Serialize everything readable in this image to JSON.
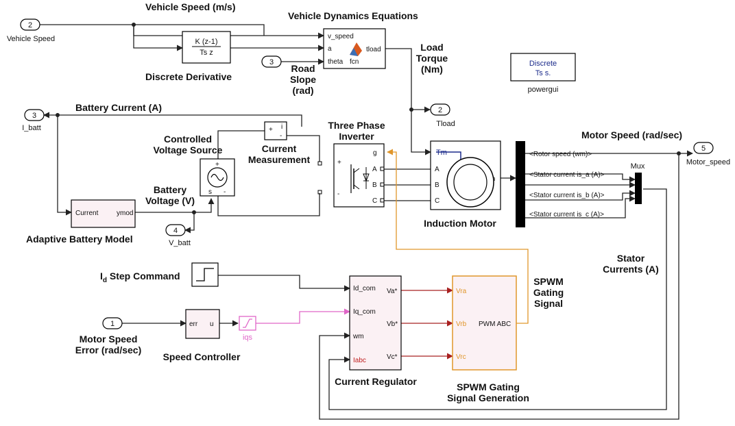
{
  "labels": {
    "vehicle_speed_top": "Vehicle Speed (m/s)",
    "vehicle_dynamics_title": "Vehicle Dynamics Equations",
    "discrete_derivative": "Discrete Derivative",
    "road_slope_1": "Road",
    "road_slope_2": "Slope",
    "road_slope_3": "(rad)",
    "load_torque_1": "Load",
    "load_torque_2": "Torque",
    "load_torque_3": "(Nm)",
    "battery_current": "Battery Current (A)",
    "controlled_vs_1": "Controlled",
    "controlled_vs_2": "Voltage Source",
    "current_meas_1": "Current",
    "current_meas_2": "Measurement",
    "three_phase_1": "Three Phase",
    "three_phase_2": "Inverter",
    "battery_voltage_1": "Battery",
    "battery_voltage_2": "Voltage (V)",
    "adaptive_battery": "Adaptive Battery Model",
    "motor_speed_top": "Motor Speed (rad/sec)",
    "induction_motor": "Induction Motor",
    "stator_currents_1": "Stator",
    "stator_currents_2": "Currents (A)",
    "id_step_main": "I",
    "id_step_sub": "d",
    "id_step_rest": " Step Command",
    "motor_speed_err_1": "Motor Speed",
    "motor_speed_err_2": "Error (rad/sec)",
    "speed_controller": "Speed Controller",
    "current_regulator": "Current Regulator",
    "spwm_gen_1": "SPWM Gating",
    "spwm_gen_2": "Signal Generation",
    "spwm_sig_1": "SPWM",
    "spwm_sig_2": "Gating",
    "spwm_sig_3": "Signal",
    "mux": "Mux",
    "powergui": "powergui"
  },
  "ports": {
    "in2_num": "2",
    "in2_name": "Vehicle Speed",
    "in3_num": "3",
    "out3_num": "3",
    "out3_name": "I_batt",
    "out2_num": "2",
    "out2_name": "Tload",
    "out4_num": "4",
    "out4_name": "V_batt",
    "out5_num": "5",
    "out5_name": "Motor_speed",
    "in1_num": "1"
  },
  "blocks": {
    "deriv_num": "K (z-1)",
    "deriv_den": "Ts z",
    "fcn_in_vspeed": "v_speed",
    "fcn_in_a": "a",
    "fcn_in_theta": "theta",
    "fcn_out": "tload",
    "fcn_name": "fcn",
    "powergui_1": "Discrete",
    "powergui_2": "Ts s.",
    "cm_i": "i",
    "cm_plus": "+",
    "cm_minus": "-",
    "vs_plus": "+",
    "vs_s": "s",
    "vs_minus": "-",
    "inv_g": "g",
    "inv_plus": "+",
    "inv_minus": "-",
    "inv_a": "A",
    "inv_b": "B",
    "inv_c": "C",
    "im_tm": "Tm",
    "im_a": "A",
    "im_b": "B",
    "im_c": "C",
    "im_m": "m",
    "bus_rotor": "<Rotor speed (wm)>",
    "bus_isa": "<Stator current is_a (A)>",
    "bus_isb": "<Stator current is_b (A)>",
    "bus_isc": "<Stator current is_c (A)>",
    "batt_in": "Current",
    "batt_out": "ymod",
    "pi_in": "err",
    "pi_out": "u",
    "goto_iqs": "iqs",
    "cr_id": "Id_com",
    "cr_iq": "Iq_com",
    "cr_wm": "wm",
    "cr_iabc": "Iabc",
    "cr_va": "Va*",
    "cr_vb": "Vb*",
    "cr_vc": "Vc*",
    "sp_vra": "Vra",
    "sp_vrb": "Vrb",
    "sp_vrc": "Vrc",
    "sp_out": "PWM ABC"
  },
  "colors": {
    "gating_wire": "#e0962a",
    "regulator_wire": "#a82020",
    "iq_wire": "#e066c8",
    "powergui_text": "#1a2a8a"
  }
}
